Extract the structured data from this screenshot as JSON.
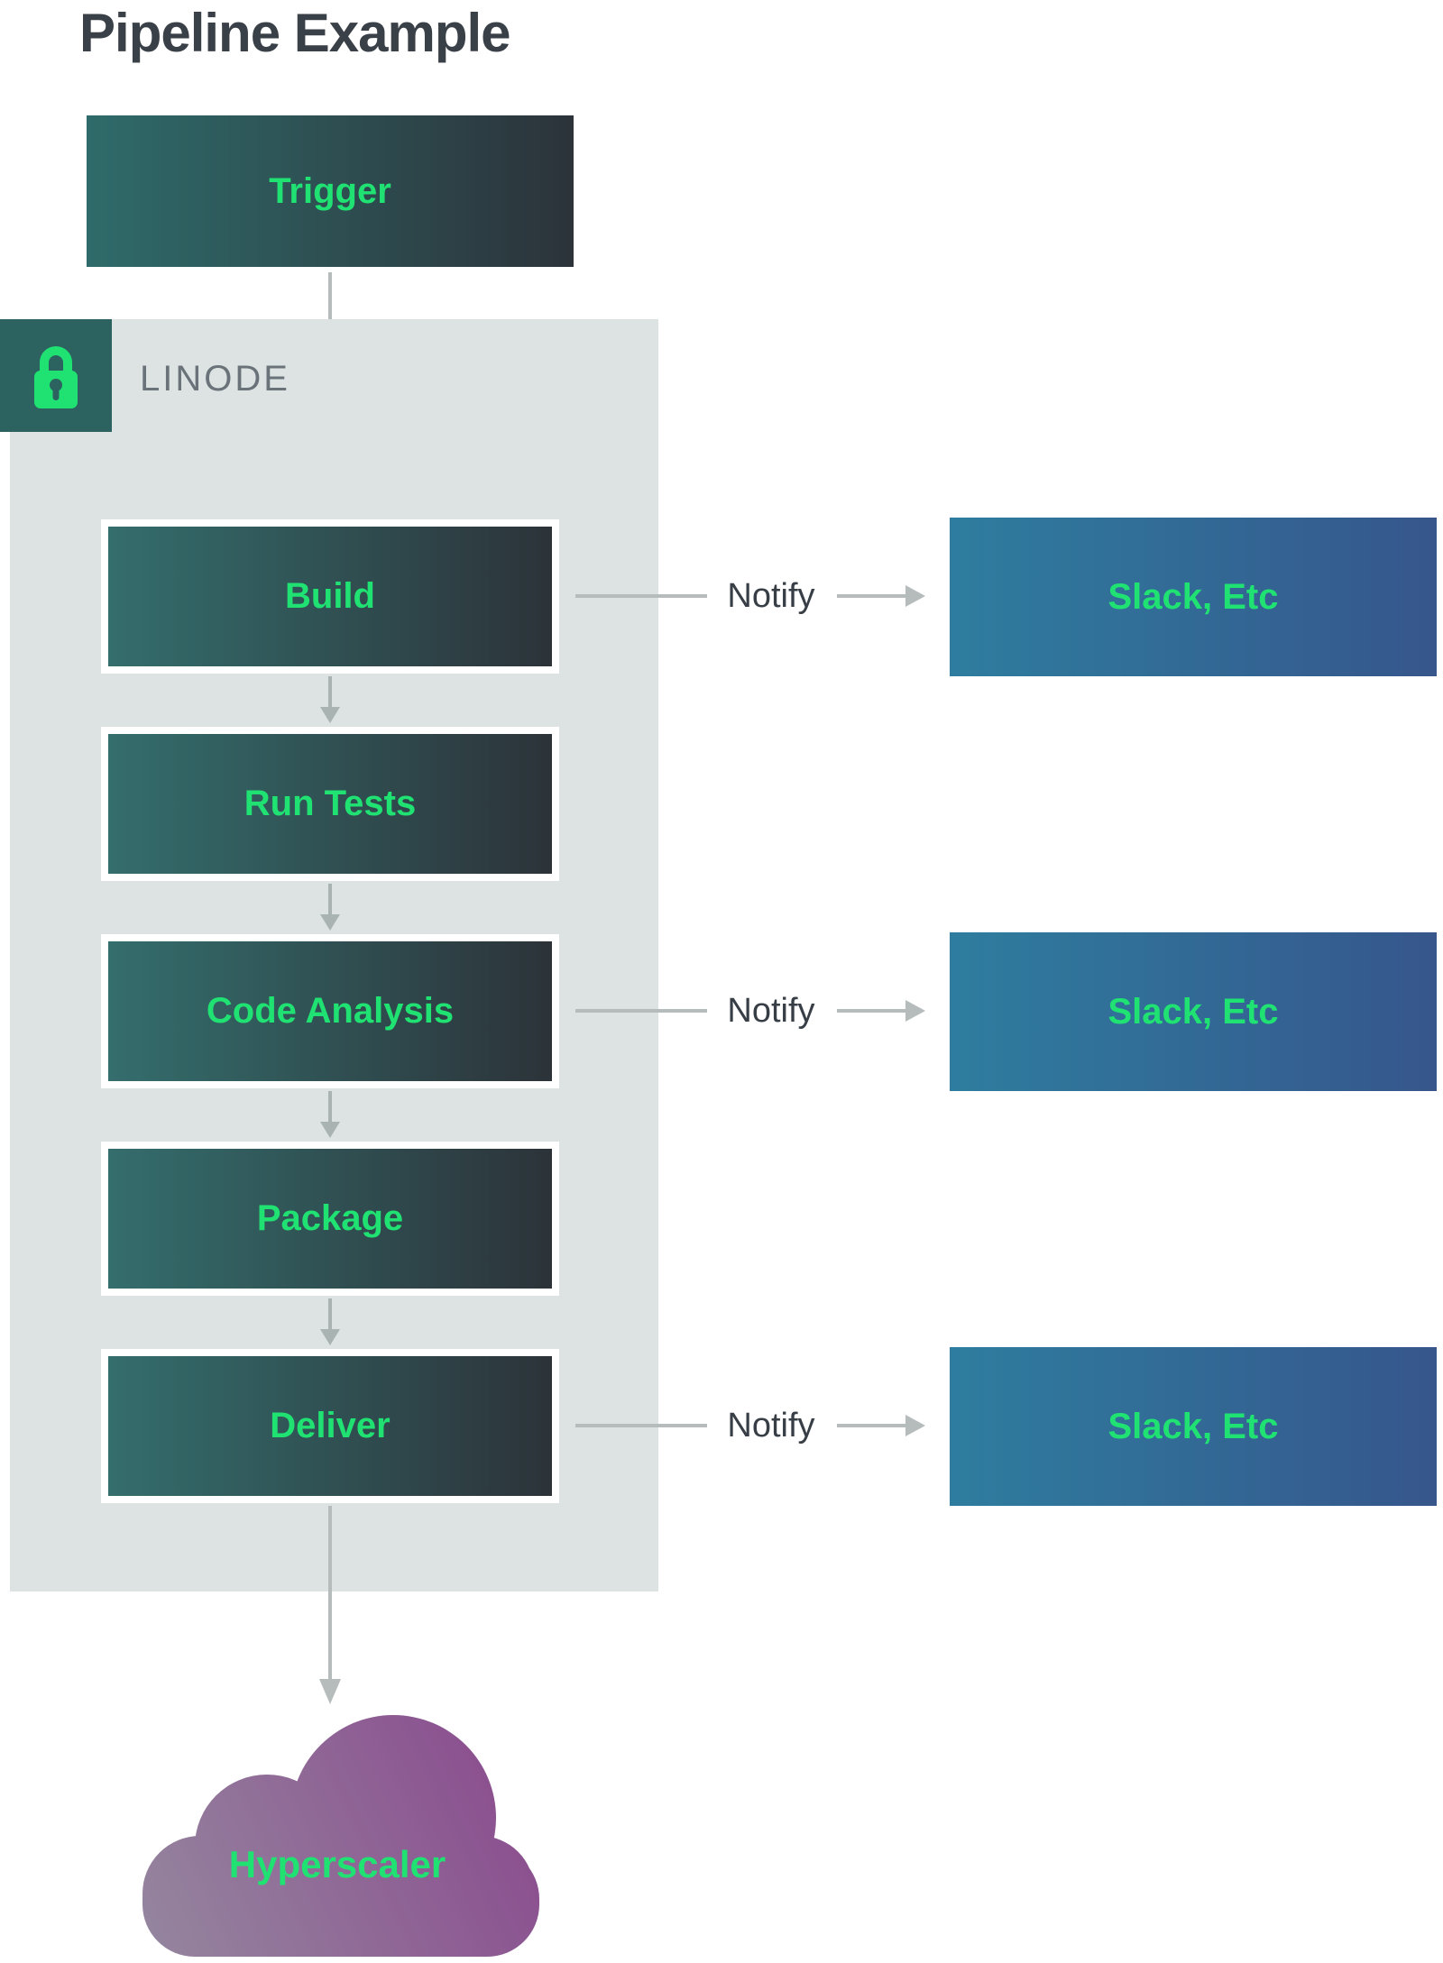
{
  "title": "Pipeline Example",
  "trigger": {
    "label": "Trigger"
  },
  "linode": {
    "label": "LINODE",
    "icon": "lock-icon"
  },
  "stages": [
    {
      "label": "Build",
      "notifies": true
    },
    {
      "label": "Run Tests",
      "notifies": false
    },
    {
      "label": "Code Analysis",
      "notifies": true
    },
    {
      "label": "Package",
      "notifies": false
    },
    {
      "label": "Deliver",
      "notifies": true
    }
  ],
  "notify": {
    "label": "Notify",
    "target_label": "Slack, Etc"
  },
  "cloud": {
    "label": "Hyperscaler"
  },
  "colors": {
    "accent_green": "#20e273",
    "title_text": "#3a4047",
    "notify_text": "#373e46",
    "linode_text": "#6b737a",
    "panel_bg": "#dce3e2",
    "lock_badge_bg": "#2c6361",
    "arrow_gray": "#b6bcbc",
    "stage_gradient_start": "#346e6d",
    "stage_gradient_end": "#2c3339",
    "trigger_gradient_start": "#2f6b6a",
    "trigger_gradient_end": "#2c333a",
    "slack_gradient_start": "#2e7d9f",
    "slack_gradient_end": "#36568c",
    "cloud_gradient_start": "#95889f",
    "cloud_gradient_end": "#8a4a8e"
  }
}
